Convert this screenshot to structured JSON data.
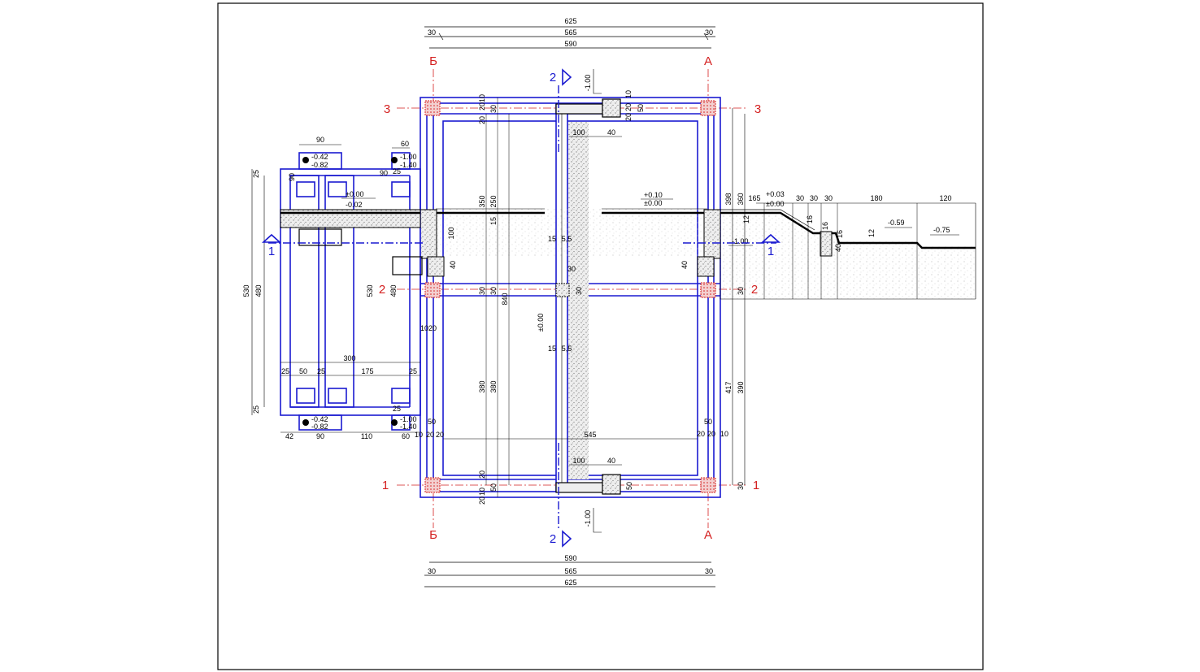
{
  "dims": {
    "top_625": "625",
    "top_565": "565",
    "top_30a": "30",
    "top_30b": "30",
    "top_590": "590",
    "bot_590": "590",
    "bot_565": "565",
    "bot_30a": "30",
    "bot_30b": "30",
    "bot_625": "625",
    "d90a": "90",
    "d60a": "60",
    "d90b": "90",
    "d90c": "90",
    "d25a": "25",
    "d25b": "25",
    "d530": "530",
    "d480": "480",
    "d25c": "25",
    "d25d": "25",
    "d300": "300",
    "d25e": "25",
    "d50a": "50",
    "d25f": "25",
    "d175": "175",
    "d25g": "25",
    "d42": "42",
    "d90d": "90",
    "d110": "110",
    "d60b": "60",
    "d10a": "10",
    "d20a": "20",
    "d20b": "20",
    "d480b": "480",
    "d530b": "530",
    "d1020": "1020",
    "d350": "350",
    "d250": "250",
    "d15": "15",
    "d840": "840",
    "d30v1": "30",
    "d30v2": "30",
    "d380a": "380",
    "d380b": "380",
    "d20v": "20",
    "d30v": "30",
    "d10v": "10",
    "d20v2": "20",
    "d50v": "50",
    "d2010": "2010",
    "d20t": "20",
    "d100a": "100",
    "d40a": "40",
    "d100b": "100",
    "d40b": "40",
    "d545": "545",
    "d10t": "10",
    "d20ta": "20",
    "d20tb": "20",
    "d50t": "50",
    "d50b": "50",
    "d15a": "15",
    "d5_5a": "5,5",
    "d15b": "15",
    "d5_5b": "5,5",
    "d30c": "30",
    "d30d": "30",
    "d100c": "100",
    "d40c": "40",
    "d40d": "40",
    "d50c": "50",
    "d398": "398",
    "d360": "360",
    "d12": "12",
    "d417": "417",
    "d390": "390",
    "d30e": "30",
    "d30f": "30",
    "d20c": "20",
    "d20d": "20",
    "d10b": "10",
    "d50d": "50",
    "d165": "165",
    "d30g": "30",
    "d30h": "30",
    "d30i": "30",
    "d180": "180",
    "d120": "120",
    "d16a": "16",
    "d16b": "16",
    "d16c": "16",
    "d12b": "12",
    "d40e": "40"
  },
  "levels": {
    "l_p000a": "±0.00",
    "l_m002": "-0.02",
    "l_p010": "+0.10",
    "l_p000b": "±0.00",
    "l_p003": "+0.03",
    "l_p000c": "±0.00",
    "l_m100a": "-1.00",
    "l_m059": "-0.59",
    "l_m075": "-0.75",
    "l_m100top": "-1.00",
    "l_m100bot": "-1.00",
    "l_p000d": "±0.00",
    "l_m042a": "-0.42",
    "l_m082a": "-0.82",
    "l_m100b": "-1.00",
    "l_m140a": "-1.40",
    "l_m042b": "-0.42",
    "l_m082b": "-0.82",
    "l_m100c": "-1.00",
    "l_m140b": "-1.40"
  },
  "axes": {
    "b_top": "Б",
    "a_top": "А",
    "b_bot": "Б",
    "a_bot": "А",
    "r3_left": "3",
    "r3_right": "3",
    "r2_left": "2",
    "r2_right": "2",
    "r1_left": "1",
    "r1_right": "1"
  },
  "sections": {
    "s2_top": "2",
    "s2_bot": "2",
    "s1_left": "1",
    "s1_right": "1"
  },
  "colors": {
    "axis": "#d42020",
    "structure": "#1a1ad0",
    "line": "#000000",
    "hatch": "#9a9a9a"
  }
}
